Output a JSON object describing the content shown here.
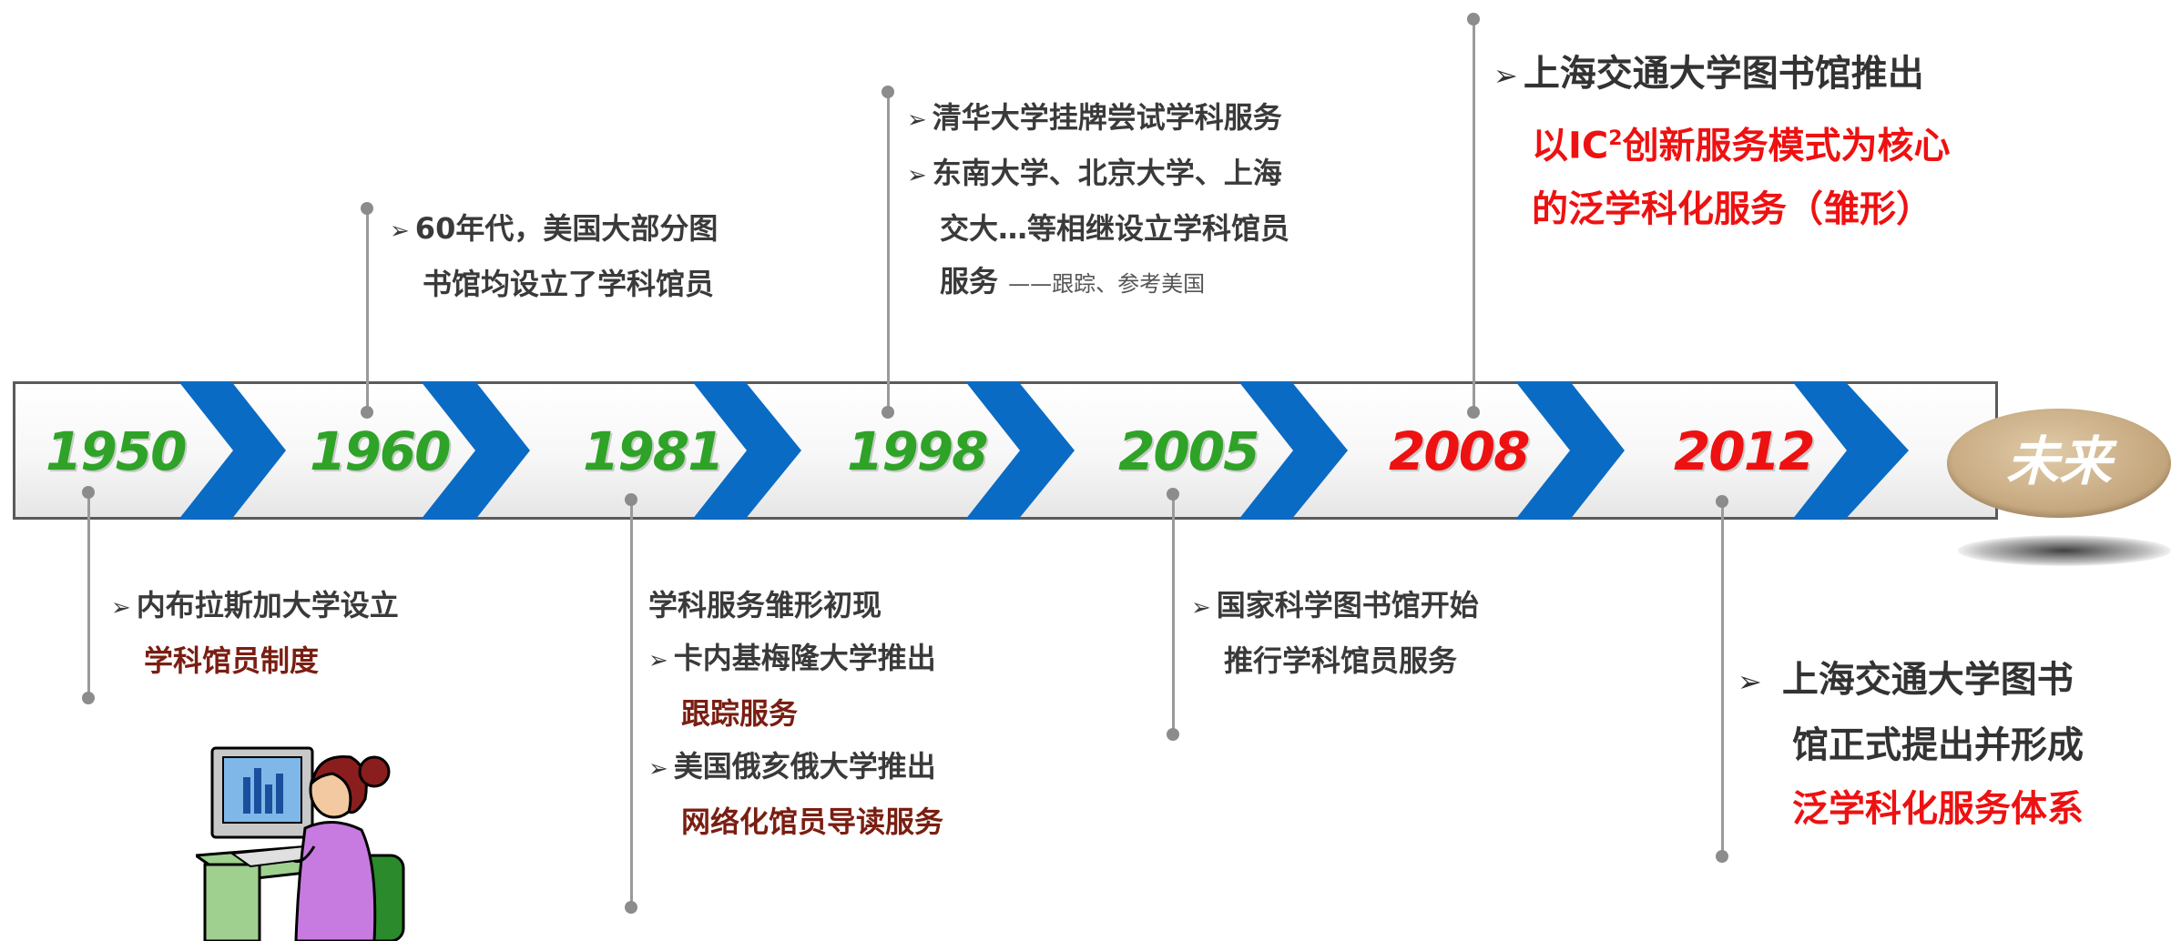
{
  "timeline": {
    "years": [
      {
        "label": "1950",
        "color": "#2ea327"
      },
      {
        "label": "1960",
        "color": "#2ea327"
      },
      {
        "label": "1981",
        "color": "#2ea327"
      },
      {
        "label": "1998",
        "color": "#2ea327"
      },
      {
        "label": "2005",
        "color": "#2ea327"
      },
      {
        "label": "2008",
        "color": "#ee1111"
      },
      {
        "label": "2012",
        "color": "#ee1111"
      }
    ],
    "future_label": "未来",
    "chevron_color": "#0a6bc4"
  },
  "events": {
    "e1950": {
      "arrow": "➢",
      "line1": "内布拉斯加大学设立",
      "line2": "学科馆员制度"
    },
    "e1960": {
      "arrow": "➢",
      "line1": "60年代，美国大部分图",
      "line2": "书馆均设立了学科馆员"
    },
    "e1981": {
      "intro": "学科服务雏形初现",
      "arrow": "➢",
      "item1_line1": "卡内基梅隆大学推出",
      "item1_line2": "跟踪服务",
      "item2_line1": "美国俄亥俄大学推出",
      "item2_line2": "网络化馆员导读服务"
    },
    "e1998": {
      "arrow": "➢",
      "item1": "清华大学挂牌尝试学科服务",
      "item2_line1": "东南大学、北京大学、上海",
      "item2_line2": "交大…等相继设立学科馆员",
      "item2_line3": "服务",
      "note": "——跟踪、参考美国"
    },
    "e2005": {
      "arrow": "➢",
      "line1": "国家科学图书馆开始",
      "line2": "推行学科馆员服务"
    },
    "e2008": {
      "arrow": "➢",
      "line1": "上海交通大学图书馆推出",
      "line2_pre": "以IC",
      "line2_sup": "2",
      "line2_post": "创新服务模式为核心",
      "line3": "的泛学科化服务（雏形）"
    },
    "e2012": {
      "arrow": "➢",
      "line1": "上海交通大学图书",
      "line2": "馆正式提出并形成",
      "line3": "泛学科化服务体系"
    }
  }
}
